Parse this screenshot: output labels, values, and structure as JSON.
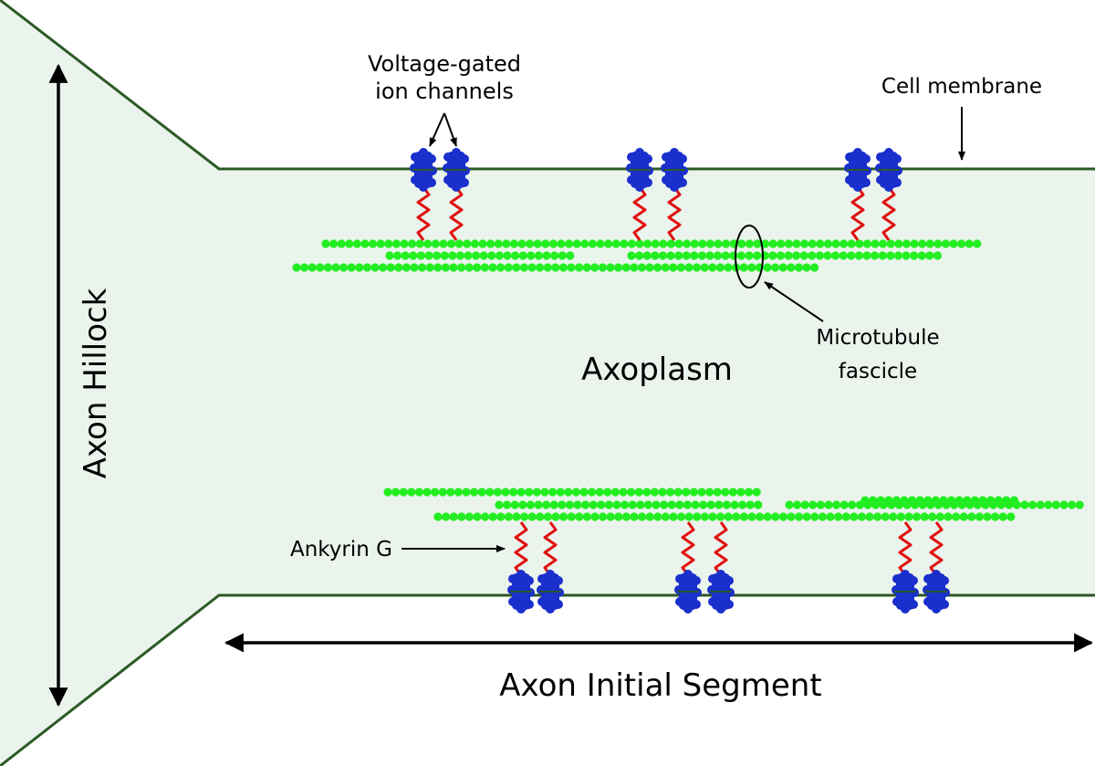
{
  "labels": {
    "voltage_gated_line1": "Voltage-gated",
    "voltage_gated_line2": "ion channels",
    "cell_membrane": "Cell membrane",
    "microtubule_line1": "Microtubule",
    "microtubule_line2": "fascicle",
    "axoplasm": "Axoplasm",
    "axon_hillock": "Axon Hillock",
    "ankyrin_g": "Ankyrin G",
    "axon_initial_segment": "Axon Initial Segment"
  },
  "colors": {
    "axoplasm_fill": "#eaf4ec",
    "membrane": "#2c5a25",
    "channel": "#1a2fcc",
    "ankyrin": "#e01010",
    "microtubule": "#22ee22",
    "arrow": "#000000"
  }
}
